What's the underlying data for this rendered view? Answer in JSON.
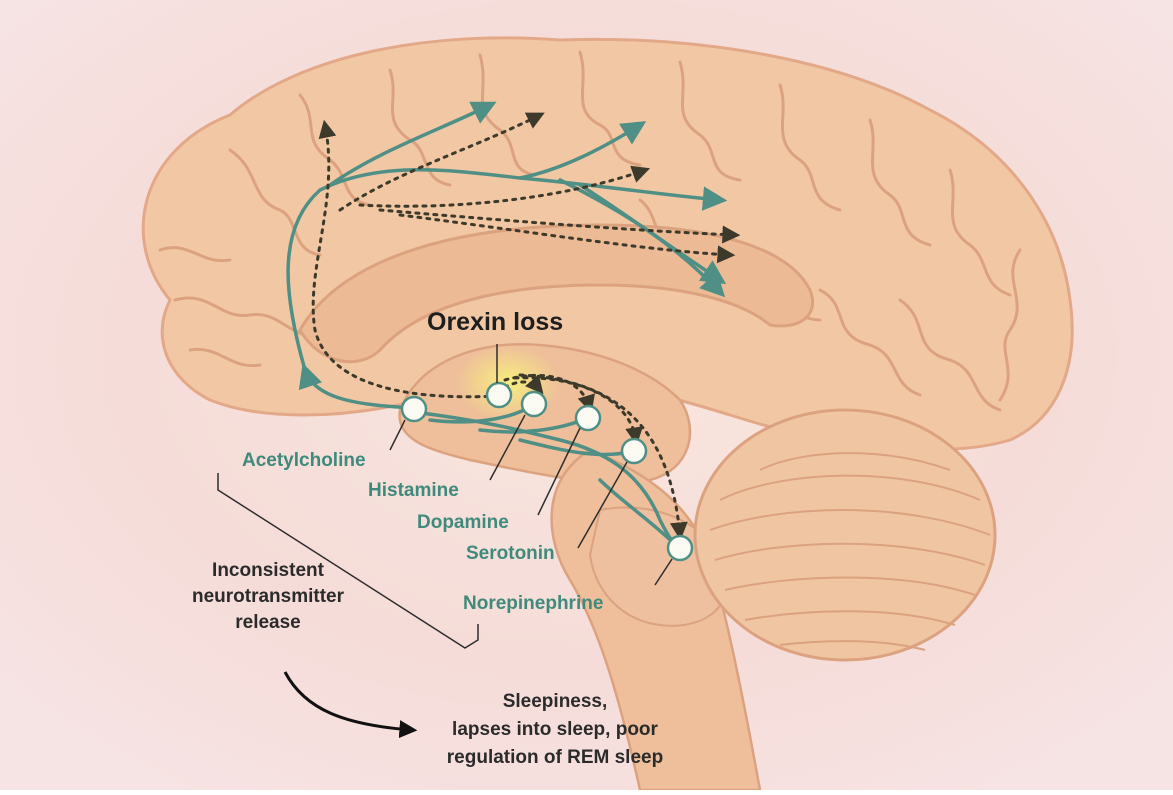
{
  "title": "Orexin loss",
  "neurotransmitters": [
    {
      "name": "Acetylcholine"
    },
    {
      "name": "Histamine"
    },
    {
      "name": "Dopamine"
    },
    {
      "name": "Serotonin"
    },
    {
      "name": "Norepinephrine"
    }
  ],
  "cause": {
    "lines": [
      "Inconsistent",
      "neurotransmitter",
      "release"
    ]
  },
  "effect": {
    "lines": [
      "Sleepiness,",
      "lapses into sleep, poor",
      "regulation of REM sleep"
    ]
  },
  "colors": {
    "pathway": "#4f8f85",
    "brain": "#f2c9a6",
    "background": "#f5dede",
    "orexin_glow": "#f4ea78"
  }
}
